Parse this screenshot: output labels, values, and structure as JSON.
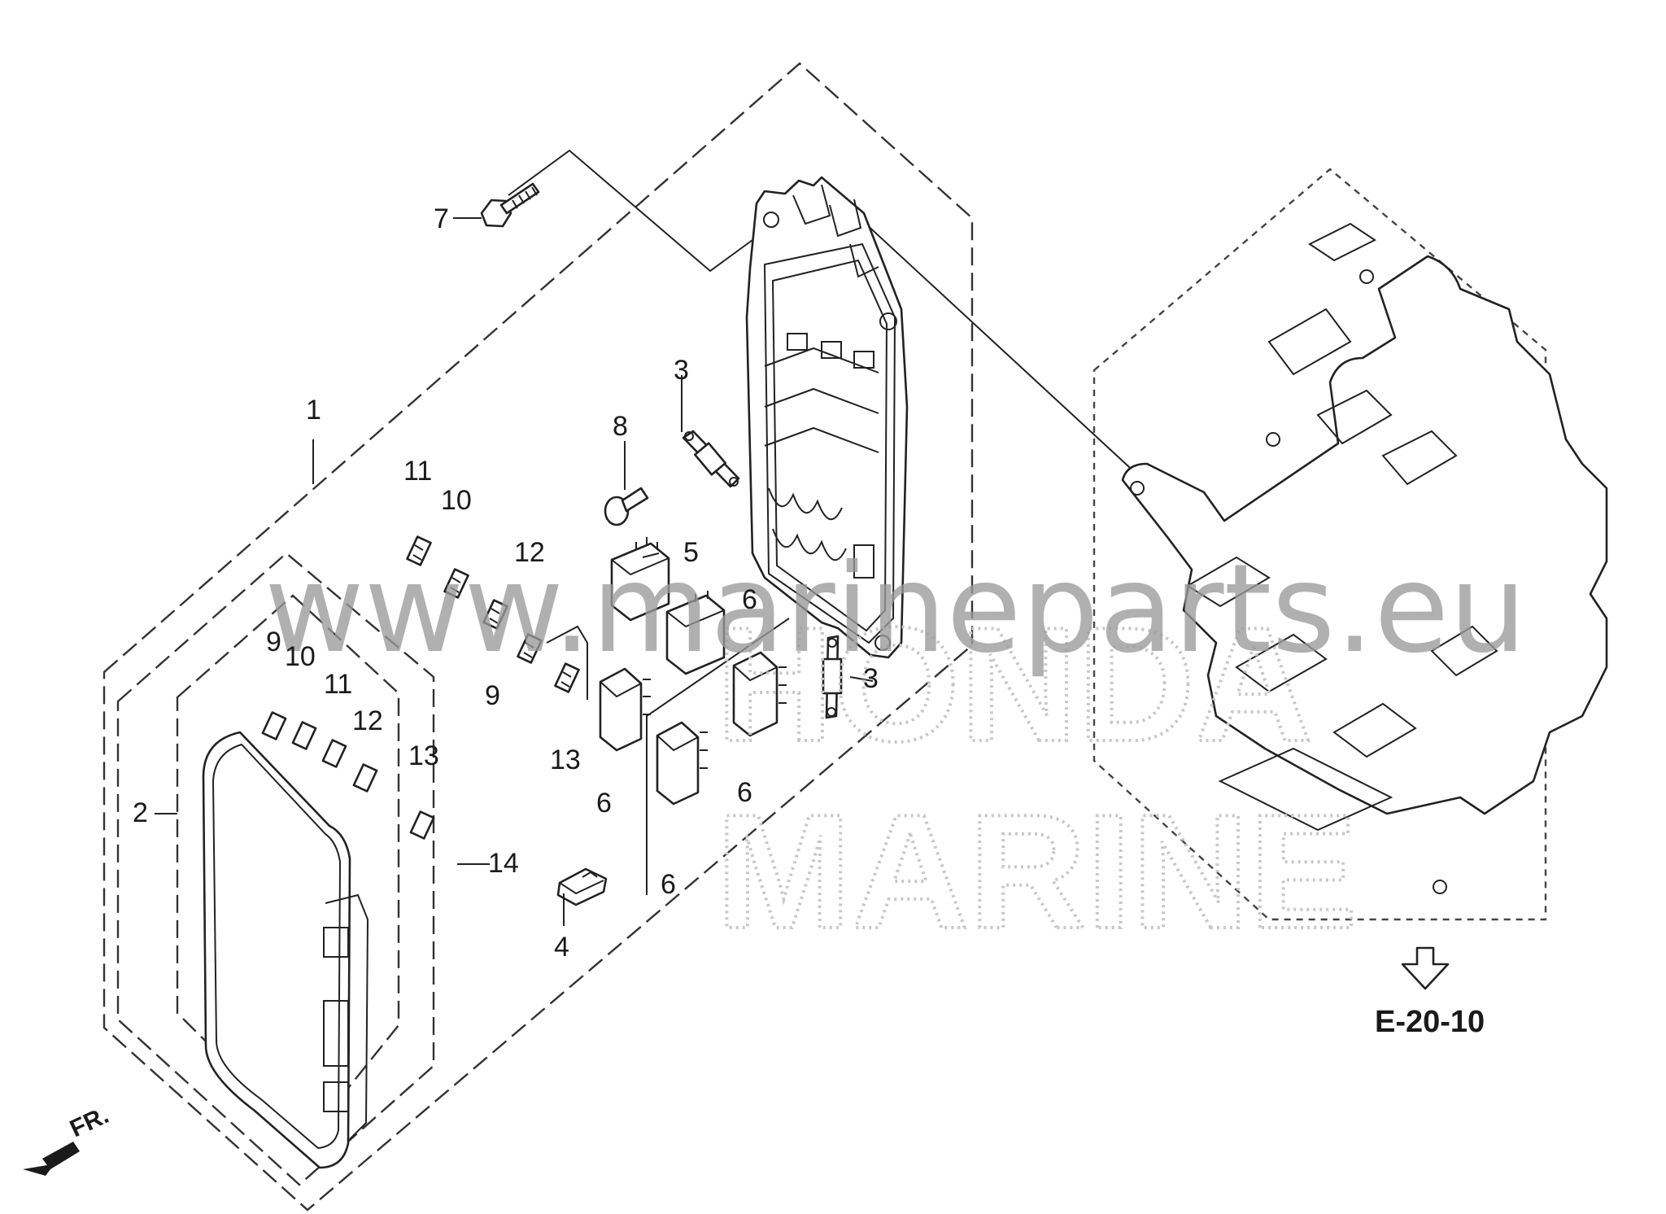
{
  "diagram": {
    "callouts": [
      "1",
      "2",
      "3",
      "3",
      "4",
      "5",
      "6",
      "6",
      "6",
      "6",
      "7",
      "8",
      "9",
      "9",
      "10",
      "10",
      "11",
      "11",
      "12",
      "12",
      "13",
      "13",
      "14"
    ],
    "reference_label": "E-20-10",
    "front_label": "FR.",
    "watermark_url": "www.marineparts.eu",
    "watermark_brand": [
      "HONDA",
      "MARINE"
    ]
  }
}
